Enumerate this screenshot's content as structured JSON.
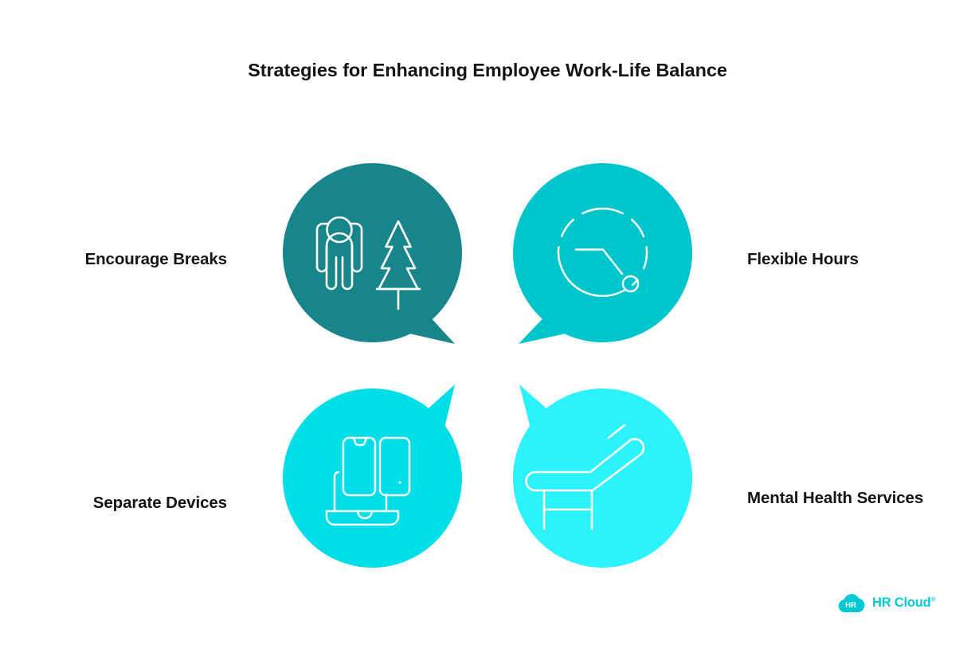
{
  "page": {
    "title": "Strategies for Enhancing Employee Work-Life Balance",
    "background_color": "#ffffff",
    "text_color": "#141414"
  },
  "items": [
    {
      "id": "encourage-breaks",
      "label": "Encourage Breaks",
      "label_side": "left",
      "position": "top-left",
      "icon": "person-and-tree-icon",
      "bubble_color": "#17858a",
      "tail_direction": "bottom-right"
    },
    {
      "id": "flexible-hours",
      "label": "Flexible Hours",
      "label_side": "right",
      "position": "top-right",
      "icon": "dashed-clock-icon",
      "bubble_color": "#00c6cc",
      "tail_direction": "bottom-left"
    },
    {
      "id": "separate-devices",
      "label": "Separate Devices",
      "label_side": "left",
      "position": "bottom-left",
      "icon": "phones-on-dock-icon",
      "bubble_color": "#00dfe8",
      "tail_direction": "top-right"
    },
    {
      "id": "mental-health-services",
      "label": "Mental Health Services",
      "label_side": "right",
      "position": "bottom-right",
      "icon": "therapy-couch-icon",
      "bubble_color": "#2bf2fb",
      "tail_direction": "top-left"
    }
  ],
  "logo": {
    "mark_text": "HR",
    "name": "HR Cloud",
    "trademark": "®",
    "color": "#00c9d6"
  }
}
